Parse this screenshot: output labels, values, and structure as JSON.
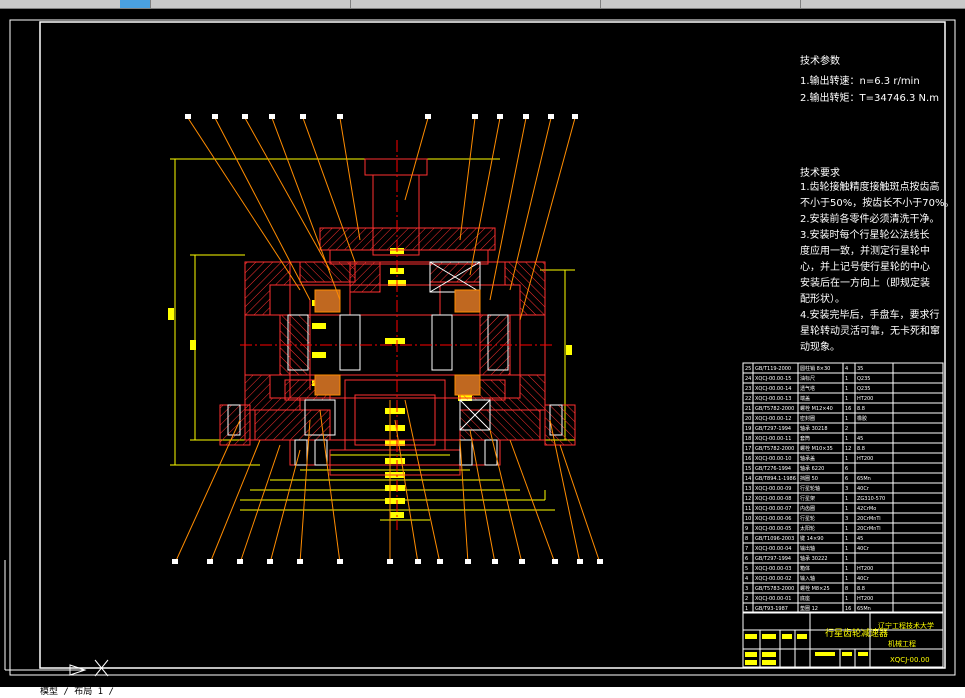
{
  "window": {
    "command_line": "模型 / 布局 1 /"
  },
  "tech_params": {
    "title": "技术参数",
    "items": [
      "1.输出转速：n=6.3 r/min",
      "2.输出转矩：T=34746.3 N.m"
    ]
  },
  "tech_requirements": {
    "title": "技术要求",
    "lines": [
      "1.齿轮接触精度接触斑点按齿高",
      "  不小于50%，按齿长不小于70%。",
      "2.安装前各零件必须清洗干净。",
      "3.安装时每个行星轮公法线长",
      "  度应用一致，并测定行星轮中",
      "  心，并上记号使行星轮的中心",
      "  安装后在一方向上（即规定装",
      "  配形状）。",
      "4.安装完毕后，手盘车，要求行",
      "  星轮转动灵活可靠，无卡死和窜",
      "  动现象。"
    ]
  },
  "title_block": {
    "drawing_name": "行星齿轮减速器",
    "institution": "辽宁工程技术大学",
    "dept": "机械工程",
    "code": "XQCJ-00.00"
  },
  "bom_rows": [
    [
      "25",
      "GB/T119-2000",
      "圆柱销 8×30",
      "4",
      "35",
      ""
    ],
    [
      "24",
      "XQCJ-00.00-15",
      "油标尺",
      "1",
      "Q235",
      ""
    ],
    [
      "23",
      "XQCJ-00.00-14",
      "透气塔",
      "1",
      "Q235",
      ""
    ],
    [
      "22",
      "XQCJ-00.00-13",
      "端盖",
      "1",
      "HT200",
      ""
    ],
    [
      "21",
      "GB/T5782-2000",
      "螺栓 M12×40",
      "16",
      "8.8",
      ""
    ],
    [
      "20",
      "XQCJ-00.00-12",
      "密封圈",
      "1",
      "橡胶",
      ""
    ],
    [
      "19",
      "GB/T297-1994",
      "轴承 30218",
      "2",
      "",
      ""
    ],
    [
      "18",
      "XQCJ-00.00-11",
      "套筒",
      "1",
      "45",
      ""
    ],
    [
      "17",
      "GB/T5782-2000",
      "螺栓 M10×35",
      "12",
      "8.8",
      ""
    ],
    [
      "16",
      "XQCJ-00.00-10",
      "轴承盖",
      "1",
      "HT200",
      ""
    ],
    [
      "15",
      "GB/T276-1994",
      "轴承 6220",
      "6",
      "",
      ""
    ],
    [
      "14",
      "GB/T894.1-1986",
      "挡圈 50",
      "6",
      "65Mn",
      ""
    ],
    [
      "13",
      "XQCJ-00.00-09",
      "行星轮轴",
      "3",
      "40Cr",
      ""
    ],
    [
      "12",
      "XQCJ-00.00-08",
      "行星架",
      "1",
      "ZG310-570",
      ""
    ],
    [
      "11",
      "XQCJ-00.00-07",
      "内齿圈",
      "1",
      "42CrMo",
      ""
    ],
    [
      "10",
      "XQCJ-00.00-06",
      "行星轮",
      "3",
      "20CrMnTi",
      ""
    ],
    [
      "9",
      "XQCJ-00.00-05",
      "太阳轮",
      "1",
      "20CrMnTi",
      ""
    ],
    [
      "8",
      "GB/T1096-2003",
      "键 14×90",
      "1",
      "45",
      ""
    ],
    [
      "7",
      "XQCJ-00.00-04",
      "输出轴",
      "1",
      "40Cr",
      ""
    ],
    [
      "6",
      "GB/T297-1994",
      "轴承 30222",
      "1",
      "",
      ""
    ],
    [
      "5",
      "XQCJ-00.00-03",
      "箱体",
      "1",
      "HT200",
      ""
    ],
    [
      "4",
      "XQCJ-00.00-02",
      "输入轴",
      "1",
      "40Cr",
      ""
    ],
    [
      "3",
      "GB/T5783-2000",
      "螺栓 M8×25",
      "8",
      "8.8",
      ""
    ],
    [
      "2",
      "XQCJ-00.00-01",
      "底座",
      "1",
      "HT200",
      ""
    ],
    [
      "1",
      "GB/T93-1987",
      "垫圈 12",
      "16",
      "65Mn",
      ""
    ]
  ],
  "colors": {
    "background": "#000000",
    "frame": "#ffffff",
    "section_line": "#ff2020",
    "leader_line": "#ff8c00",
    "dimension_line": "#ffff00",
    "center_line": "#ff0000",
    "text": "#ffffff",
    "title_text": "#ffff00",
    "label_fill": "#ffff00"
  }
}
